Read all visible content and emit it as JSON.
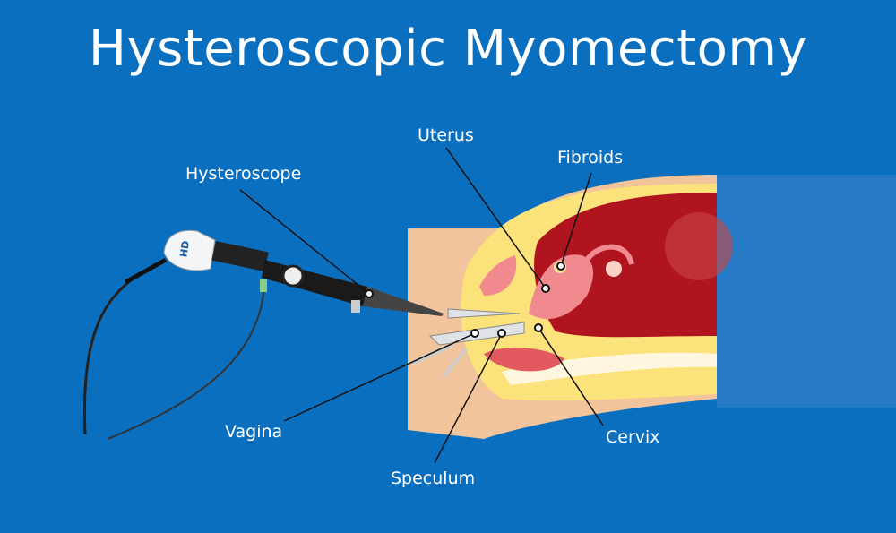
{
  "title": "Hysteroscopic Myomectomy",
  "labels": {
    "uterus": "Uterus",
    "fibroids": "Fibroids",
    "hysteroscope": "Hysteroscope",
    "vagina": "Vagina",
    "speculum": "Speculum",
    "cervix": "Cervix"
  },
  "logo_text": "HD",
  "colors": {
    "background": "#0b6fc0",
    "skin": "#f2c49b",
    "fat": "#fbe27a",
    "uterus_tissue": "#b0141f",
    "organ_pink": "#f08a8e",
    "fibroid": "#fde59a"
  }
}
